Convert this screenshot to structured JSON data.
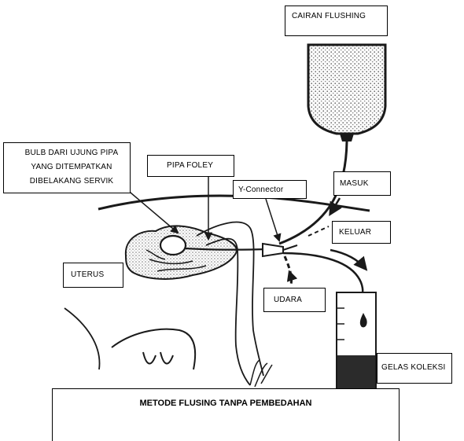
{
  "labels": {
    "cairan": "CAIRAN FLUSHING",
    "bulb": [
      "BULB DARI UJUNG PIPA",
      "YANG DITEMPATKAN",
      "DIBELAKANG SERVIK"
    ],
    "pipa": "PIPA FOLEY",
    "yconn": "Y-Connector",
    "masuk": "MASUK",
    "keluar": "KELUAR",
    "uterus": "UTERUS",
    "udara": "UDARA",
    "gelas": "GELAS KOLEKSI"
  },
  "title": "METODE FLUSING TANPA PEMBEDAHAN",
  "colors": {
    "ink": "#1a1a1a",
    "fluid": "#2b2b2b",
    "stipple": "#8c8c8c"
  }
}
